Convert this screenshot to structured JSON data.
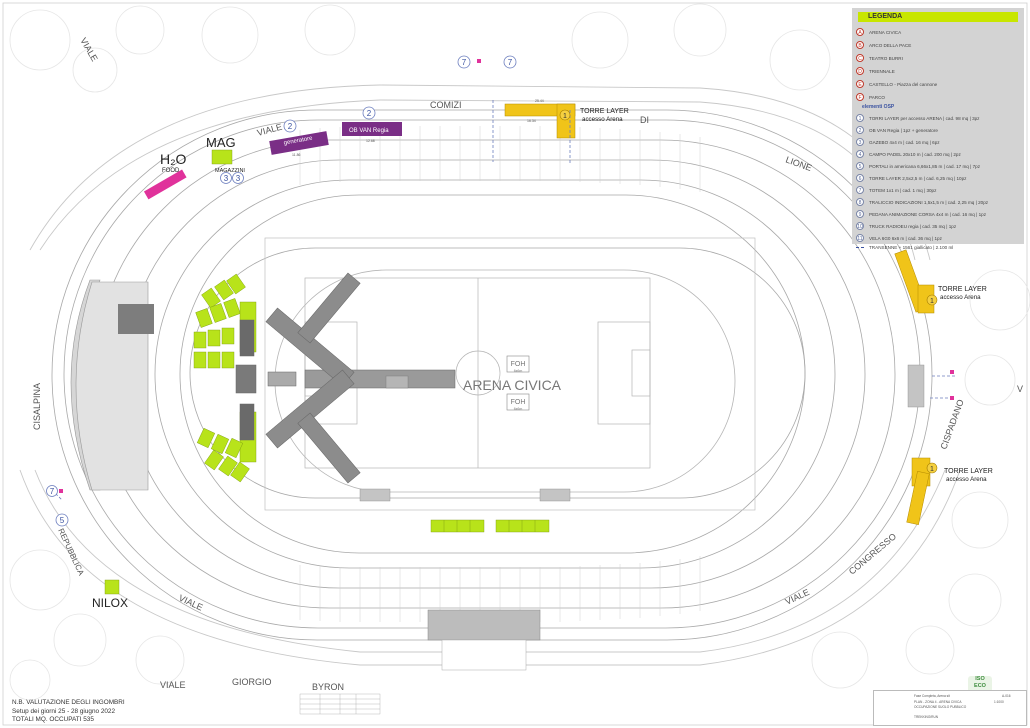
{
  "legend": {
    "title": "LEGENDA",
    "locations": [
      {
        "letter": "A",
        "label": "ARENA CIVICA"
      },
      {
        "letter": "B",
        "label": "ARCO DELLA PACE"
      },
      {
        "letter": "C",
        "label": "TEATRO BURRI"
      },
      {
        "letter": "D",
        "label": "TRIENNALE"
      },
      {
        "letter": "E",
        "label": "CASTELLO - Piazza del cannone"
      },
      {
        "letter": "F",
        "label": "PARCO"
      }
    ],
    "elements_title": "elementi OSP",
    "elements": [
      {
        "num": "1",
        "label": "TORRI LAYER per accesso ARENA | cad. 98 mq | 3pz"
      },
      {
        "num": "2",
        "label": "OB VAN Regia | 1pz + generatore"
      },
      {
        "num": "3",
        "label": "GAZEBO 4x4 m | cad. 16 mq | 6pz"
      },
      {
        "num": "4",
        "label": "CAMPO PADEL 20x10 m | cad. 200 mq | 2pz"
      },
      {
        "num": "5",
        "label": "PORTALI in americana 6,66x1,85 m | cad. 17 mq | 7pz"
      },
      {
        "num": "6",
        "label": "TORRE LAYER 2,5x2,5 m | cad. 6,25 mq | 10pz"
      },
      {
        "num": "7",
        "label": "TOTEM 1x1 m | cad. 1 mq | 30pz"
      },
      {
        "num": "8",
        "label": "TRALICCIO INDICAZIONI 1,5x1,5 m | cad. 2,25 mq | 20pz"
      },
      {
        "num": "9",
        "label": "PEDANA ANIMAZIONE CORSA 4x4 m | cad. 16 mq | 1pz"
      },
      {
        "num": "10",
        "label": "TRUCK RADIOEU regia | cad. 35 mq | 1pz"
      },
      {
        "num": "11",
        "label": "VELA 6G0 6x6 m | cad. 36 mq | 1pz"
      }
    ],
    "transenne": "TRANSENNE + 1561 giallicato | 2.100 ml"
  },
  "streets": {
    "viale_nw": "VIALE",
    "comizi": "COMIZI",
    "di": "DI",
    "viale_n": "VIALE",
    "lione": "LIONE",
    "cisalpina": "CISALPINA",
    "repubblica": "REPUBBLICA",
    "viale_sw": "VIALE",
    "giorgio": "GIORGIO",
    "byron": "BYRON",
    "viale_s": "VIALE",
    "viale_se": "VIALE",
    "congresso": "CONGRESSO",
    "cispadano": "CISPADANO",
    "v_edge": "V"
  },
  "labels": {
    "arena": "ARENA CIVICA",
    "foh_top": "FOH",
    "foh_bottom": "FOH",
    "foh_sub": "6x6m",
    "h2o": "H₂O",
    "food": "FOOD",
    "mag": "MAG",
    "magazzini": "MAGAZZINI",
    "generatore": "generatore",
    "ob_van": "OB VAN Regia",
    "nilox": "NILOX",
    "torre_layer": "TORRE LAYER",
    "accesso_arena": "accesso Arena",
    "dim_top": "25.44",
    "dim_top_side": "16.34",
    "dim_gen": "11.86",
    "dim_ob": "12.68"
  },
  "markers": {
    "m1": "1",
    "m2": "2",
    "m3": "3",
    "m5": "5",
    "m7": "7"
  },
  "notes": {
    "line1": "N.B. VALUTAZIONE DEGLI INGOMBRI",
    "line2": "Setup dei giorni 25 - 28 giugno 2022",
    "line3": "TOTALI MQ. OCCUPATI 535"
  },
  "titleblock": {
    "l1": "Fase Completa, Arena sit",
    "l2": "PLAN - ZONA 4 - ARENA CIVICA",
    "l3": "OCCUPAZIONE SUOLO PUBBLICO",
    "l4": "TREKKING/RUN",
    "l5": "1:1000",
    "l6": "A-016"
  },
  "iso": {
    "l1": "ISO",
    "l2": "ECO"
  },
  "colors": {
    "legend_header": "#c8e600",
    "lime": "#b8e31a",
    "magenta": "#e0329b",
    "purple": "#7a2e86",
    "tower_yellow": "#f0c419",
    "stage_grey": "#8c8c8c",
    "legend_bg": "#d3d3d3"
  }
}
